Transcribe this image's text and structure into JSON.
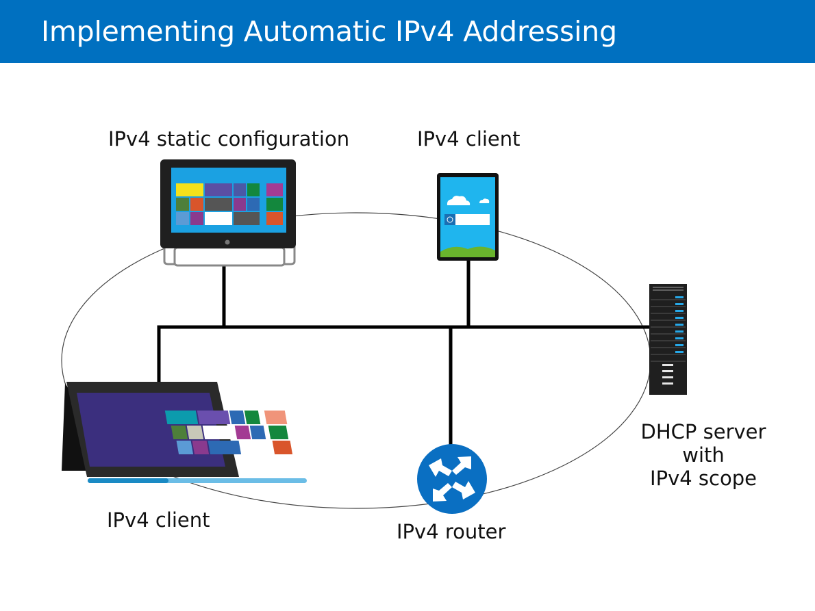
{
  "title": "Implementing Automatic IPv4 Addressing",
  "nodes": {
    "static_pc": {
      "label": "IPv4 static configuration"
    },
    "tablet": {
      "label": "IPv4 client"
    },
    "surface": {
      "label": "IPv4 client"
    },
    "router": {
      "label": "IPv4 router"
    },
    "server": {
      "label_lines": [
        "DHCP server",
        "with",
        "IPv4 scope"
      ]
    }
  },
  "colors": {
    "title_bar": "#0070c0",
    "router": "#0a6fc2",
    "screen_bg": "#1ba1e2",
    "surface_screen": "#3b2f7e"
  }
}
